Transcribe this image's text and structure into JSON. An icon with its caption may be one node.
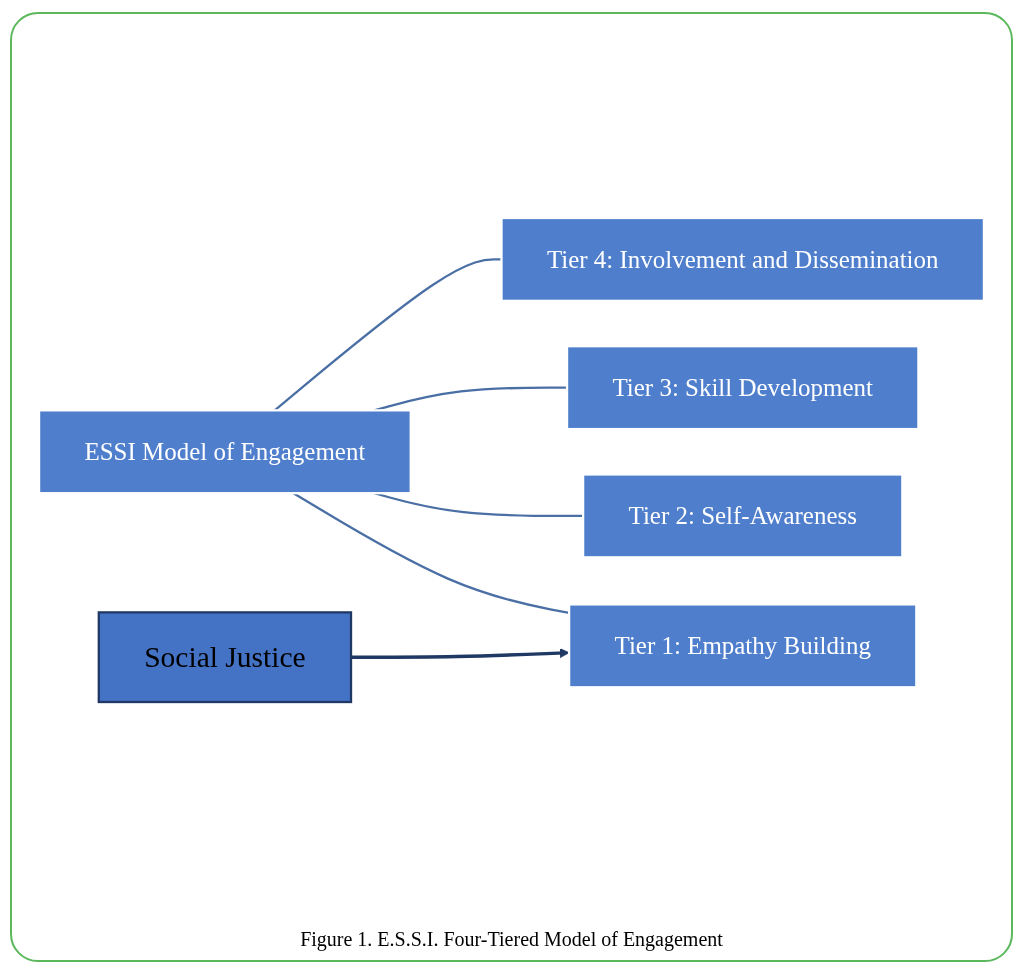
{
  "diagram": {
    "caption": "Figure 1. E.S.S.I. Four-Tiered Model of Engagement",
    "nodes": [
      {
        "text": [
          "ESSI Model of Engagement"
        ]
      },
      {
        "text": [
          "Tier 4: Involvement and Dissemination"
        ]
      },
      {
        "text": [
          "Tier 3: Skill Development"
        ]
      },
      {
        "text": [
          "Tier 2: Self-Awareness"
        ]
      },
      {
        "text": [
          "Tier 1: Empathy Building"
        ]
      },
      {
        "text": [
          "Social Justice"
        ]
      }
    ],
    "edges": [
      {
        "from": 0,
        "to": 1,
        "arrow": "none"
      },
      {
        "from": 0,
        "to": 2,
        "arrow": "none"
      },
      {
        "from": 0,
        "to": 3,
        "arrow": "none"
      },
      {
        "from": 0,
        "to": 4,
        "arrow": "none"
      },
      {
        "from": 5,
        "to": 4,
        "arrow": "to"
      }
    ]
  }
}
